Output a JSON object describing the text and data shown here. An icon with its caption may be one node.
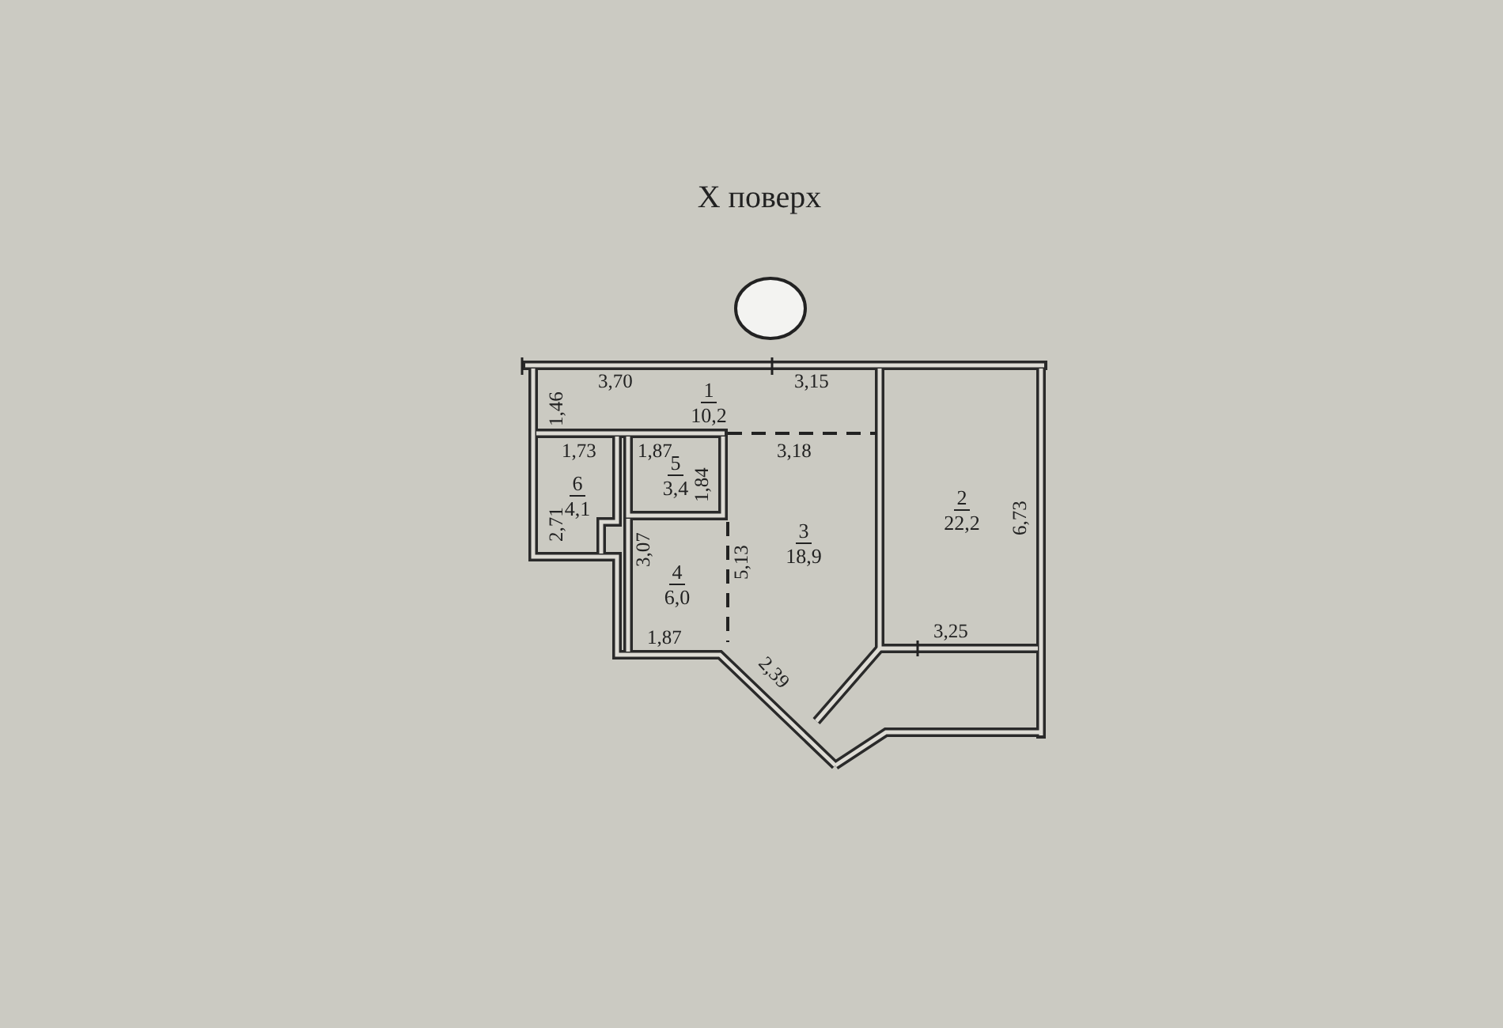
{
  "diagram": {
    "title": "X поверх",
    "nodes": [
      {
        "text": [
          "1",
          "10,2"
        ]
      },
      {
        "text": [
          "2",
          "22,2"
        ]
      },
      {
        "text": [
          "6",
          "4,1"
        ]
      },
      {
        "text": [
          "5",
          "3,4"
        ]
      },
      {
        "text": [
          "3",
          "18,9"
        ]
      },
      {
        "text": [
          "4",
          "6,0"
        ]
      }
    ],
    "labels": [
      "3,70",
      "3,15",
      "1,46",
      "1,73",
      "1,87",
      "3,18",
      "1,84",
      "2,71",
      "3,07",
      "5,13",
      "6,73",
      "1,87",
      "3,25",
      "2,39"
    ]
  }
}
